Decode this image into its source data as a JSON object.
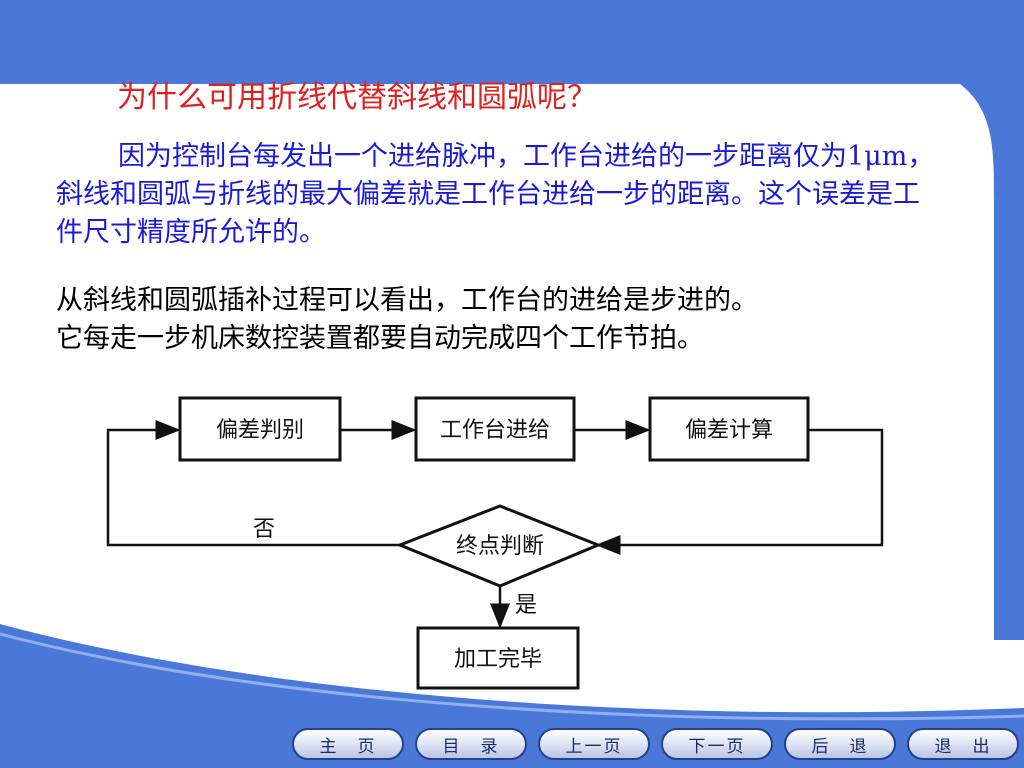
{
  "slide": {
    "title": "为什么可用折线代替斜线和圆弧呢？",
    "para_blue": "因为控制台每发出一个进给脉冲，工作台进给的一步距离仅为1μm，斜线和圆弧与折线的最大偏差就是工作台进给一步的距离。这个误差是工件尺寸精度所允许的。",
    "para_black_line1": "从斜线和圆弧插补过程可以看出，工作台的进给是步进的。",
    "para_black_line2": "它每走一步机床数控装置都要自动完成四个工作节拍。"
  },
  "flowchart": {
    "box_deviation_judge": "偏差判别",
    "box_table_feed": "工作台进给",
    "box_deviation_calc": "偏差计算",
    "diamond_end_judge": "终点判断",
    "label_no": "否",
    "label_yes": "是",
    "box_finish": "加工完毕"
  },
  "nav": {
    "home": "主　页",
    "contents": "目　录",
    "prev": "上一页",
    "next": "下一页",
    "back": "后　退",
    "exit": "退　出"
  },
  "colors": {
    "band": "#4a78d8",
    "title": "#e02020",
    "body_blue": "#1b1bd6"
  }
}
